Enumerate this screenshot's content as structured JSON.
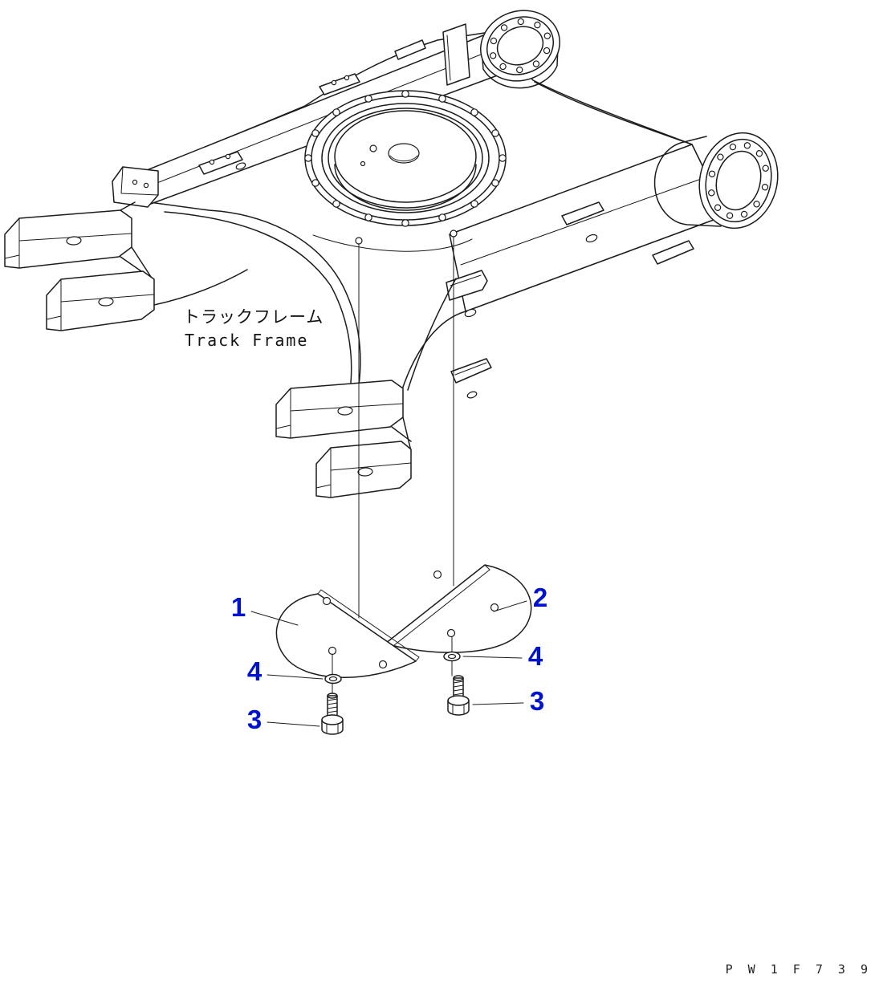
{
  "diagram": {
    "labels": {
      "jp": "トラックフレーム",
      "en": "Track Frame"
    },
    "drawing_code": "P W 1 F 7 3 9",
    "callouts": {
      "c1": "1",
      "c2": "2",
      "c3_left": "3",
      "c3_right": "3",
      "c4_left": "4",
      "c4_right": "4"
    },
    "colors": {
      "callout": "#0013cc",
      "line": "#1c1c1c",
      "background": "#ffffff"
    }
  }
}
